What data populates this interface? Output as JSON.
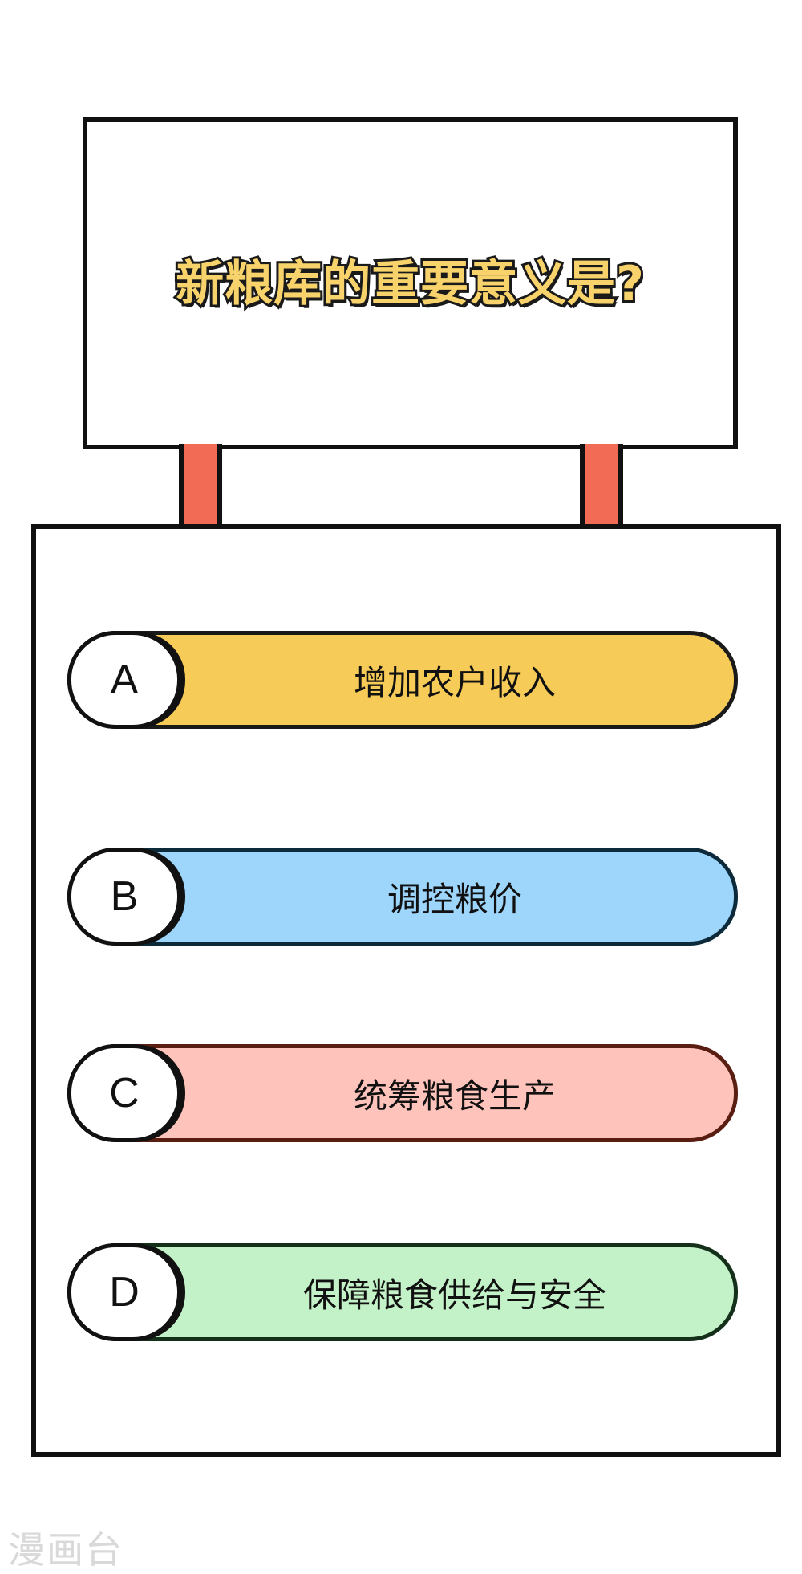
{
  "question": "新粮库的重要意义是?",
  "options": [
    {
      "letter": "A",
      "text": "增加农户收入",
      "color": "#f7cb57"
    },
    {
      "letter": "B",
      "text": "调控粮价",
      "color": "#9dd5fb"
    },
    {
      "letter": "C",
      "text": "统筹粮食生产",
      "color": "#fec3bb"
    },
    {
      "letter": "D",
      "text": "保障粮食供给与安全",
      "color": "#c4f2c8"
    }
  ],
  "watermark": "漫画台",
  "colors": {
    "post": "#f26b55",
    "question_fill": "#f8d26a",
    "outline": "#111111"
  }
}
